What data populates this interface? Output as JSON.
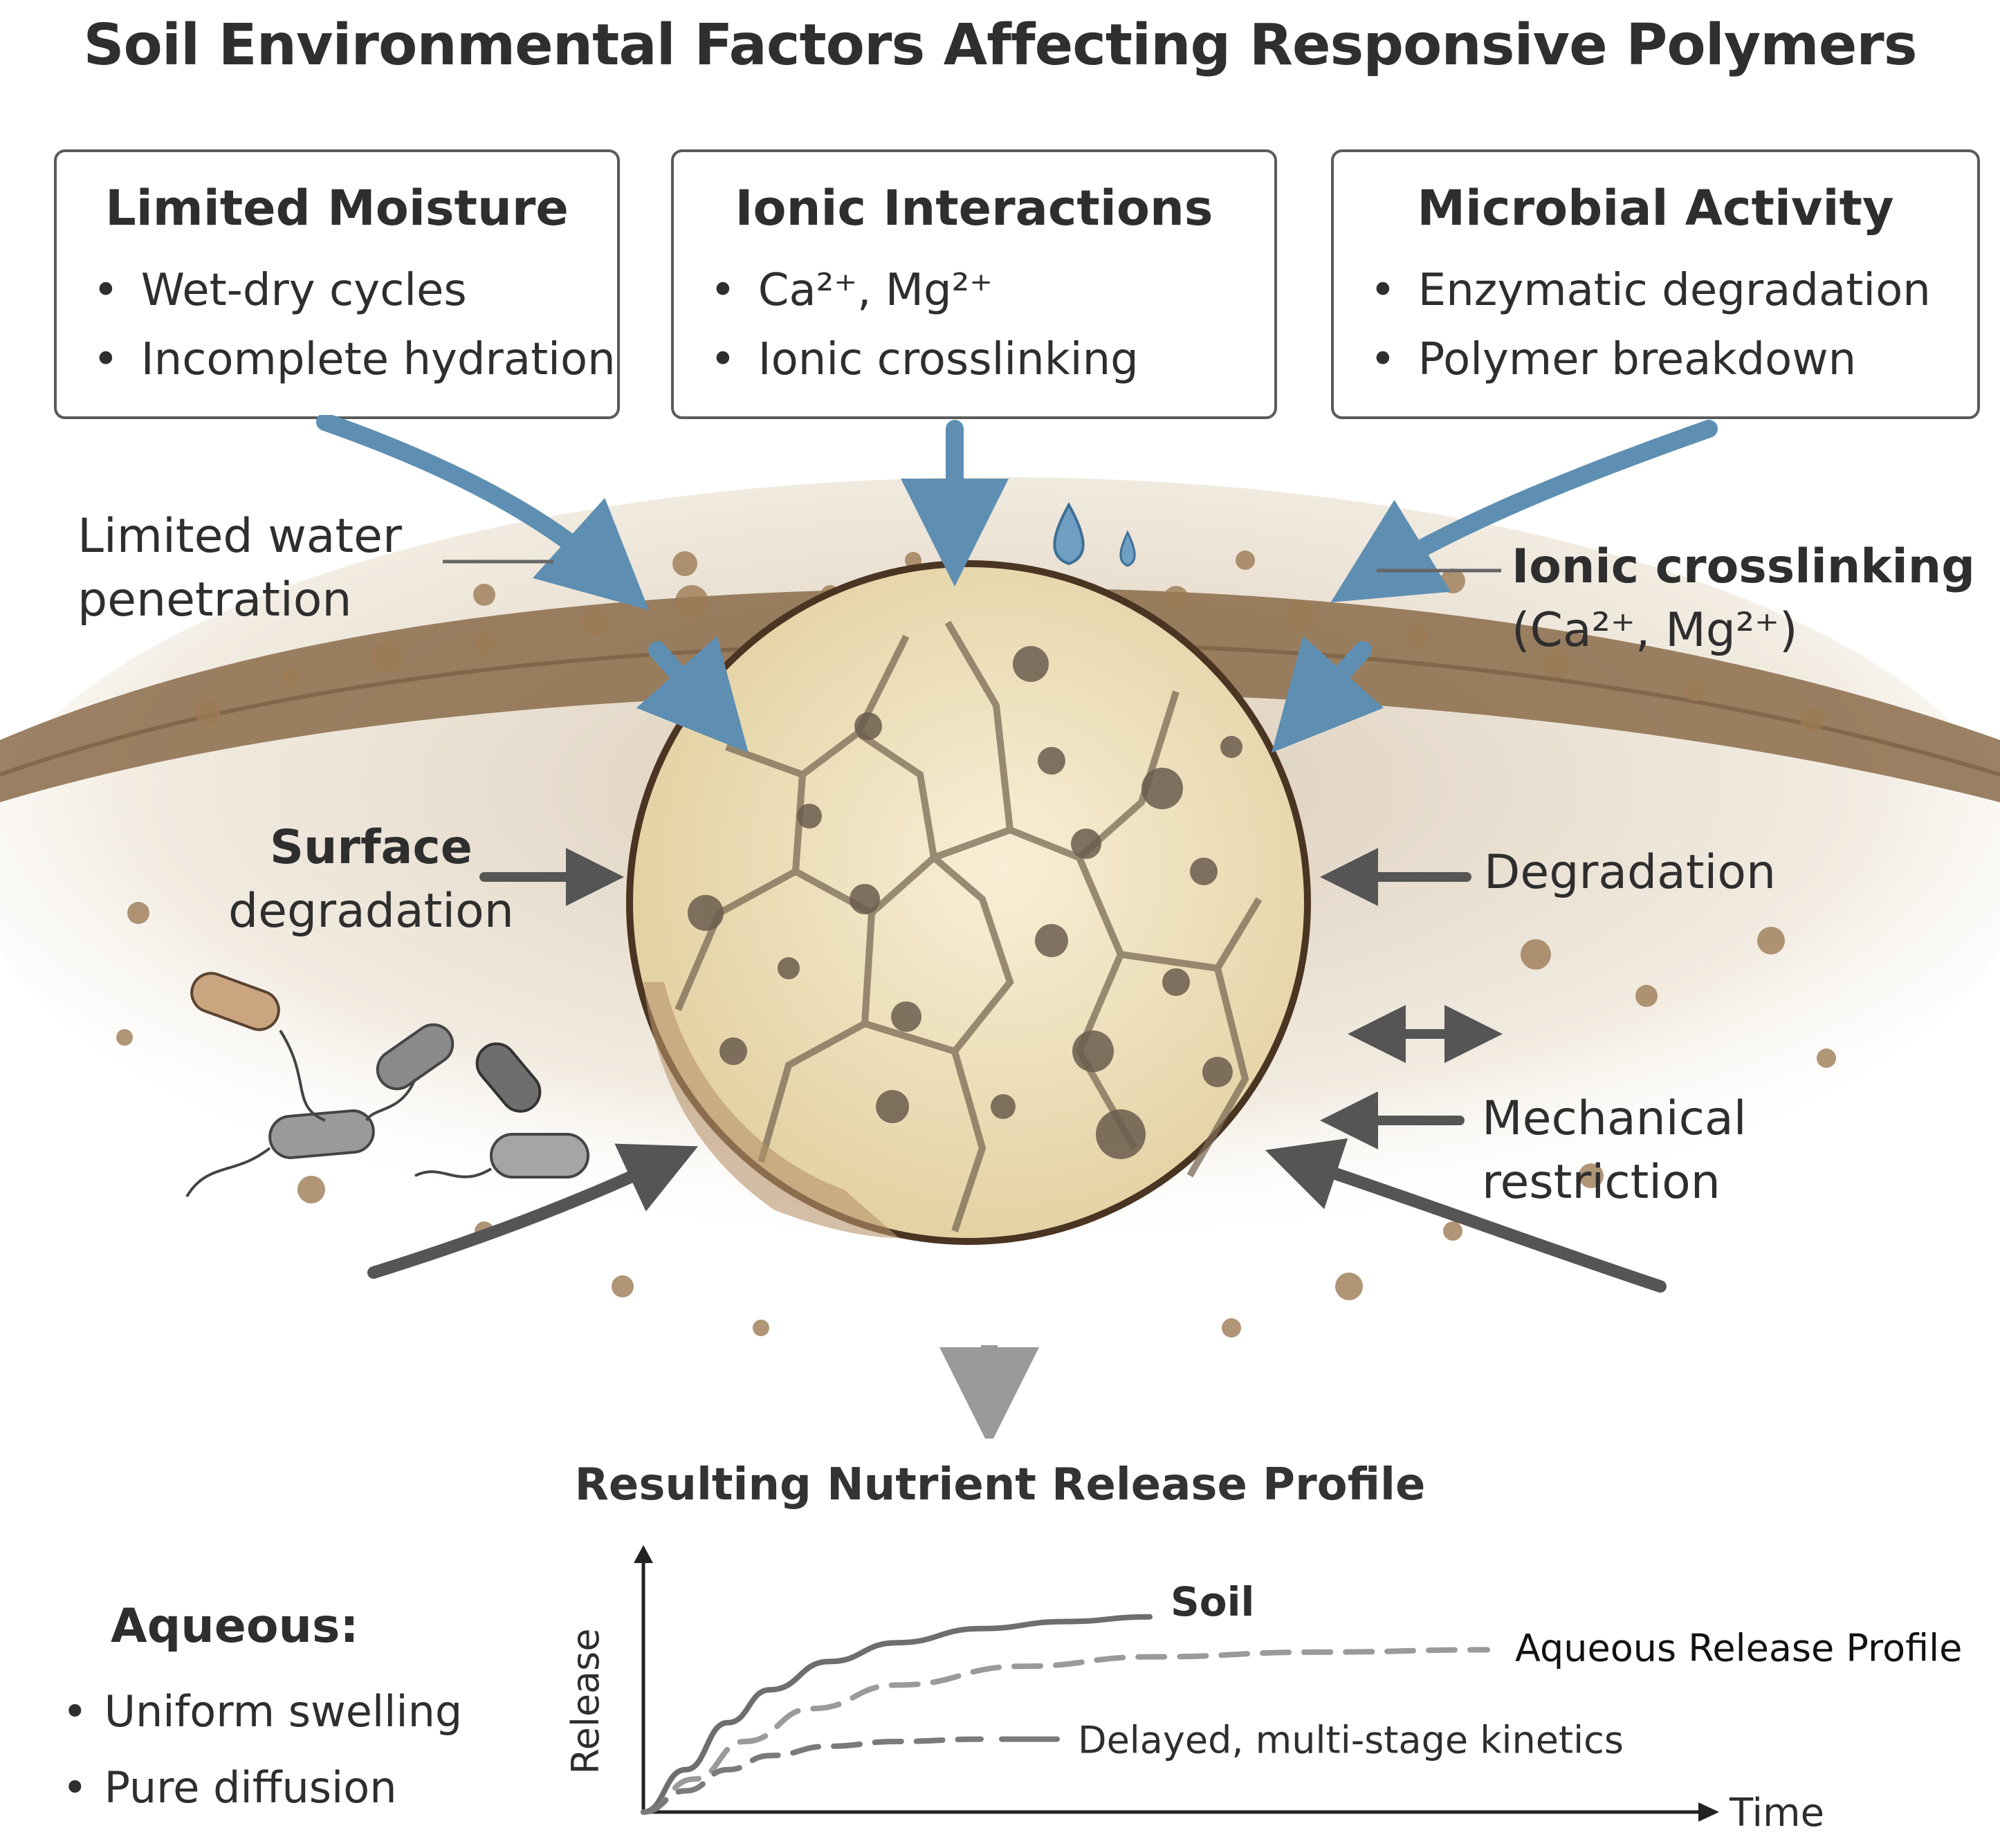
{
  "title": "Soil Environmental Factors Affecting Responsive Polymers",
  "factors": [
    {
      "title": "Limited Moisture",
      "bullets": [
        "Wet-dry cycles",
        "Incomplete hydration"
      ]
    },
    {
      "title": "Ionic Interactions",
      "bullets": [
        "Ca²⁺, Mg²⁺",
        "Ionic crosslinking"
      ]
    },
    {
      "title": "Microbial Activity",
      "bullets": [
        "Enzymatic degradation",
        "Polymer breakdown"
      ]
    }
  ],
  "labels": {
    "limited_water_1": "Limited water",
    "limited_water_2": "penetration",
    "ionic_crosslinking_1": "Ionic crosslinking",
    "ionic_crosslinking_2": "(Ca²⁺, Mg²⁺)",
    "surface_degradation_1": "Surface",
    "surface_degradation_2": "degradation",
    "degradation": "Degradation",
    "mechanical_1": "Mechanical",
    "mechanical_2": "restriction"
  },
  "release_profile": {
    "title": "Resulting Nutrient Release Profile",
    "aqueous_heading": "Aqueous:",
    "aqueous_bullets": [
      "Uniform swelling",
      "Pure diffusion"
    ]
  },
  "chart_data": {
    "type": "line",
    "xlabel": "Time",
    "ylabel": "Release",
    "series": [
      {
        "name": "Soil",
        "style": "solid",
        "points": [
          [
            0,
            0
          ],
          [
            0.05,
            0.18
          ],
          [
            0.1,
            0.38
          ],
          [
            0.15,
            0.52
          ],
          [
            0.22,
            0.64
          ],
          [
            0.3,
            0.72
          ],
          [
            0.4,
            0.78
          ],
          [
            0.5,
            0.81
          ],
          [
            0.6,
            0.83
          ]
        ]
      },
      {
        "name": "Aqueous Release Profile",
        "style": "dashed",
        "points": [
          [
            0,
            0
          ],
          [
            0.06,
            0.14
          ],
          [
            0.12,
            0.3
          ],
          [
            0.2,
            0.44
          ],
          [
            0.3,
            0.54
          ],
          [
            0.45,
            0.62
          ],
          [
            0.6,
            0.66
          ],
          [
            0.8,
            0.68
          ],
          [
            1.0,
            0.69
          ]
        ]
      },
      {
        "name": "Delayed, multi-stage kinetics",
        "style": "dashed",
        "points": [
          [
            0,
            0
          ],
          [
            0.05,
            0.09
          ],
          [
            0.1,
            0.18
          ],
          [
            0.15,
            0.24
          ],
          [
            0.22,
            0.28
          ],
          [
            0.3,
            0.3
          ],
          [
            0.4,
            0.31
          ]
        ]
      }
    ],
    "colors": {
      "soil": "#6e6e6e",
      "aqueous": "#9a9a9a",
      "delayed": "#7a7a7a"
    }
  },
  "colors": {
    "soil_brown": "#8a6b4a",
    "soil_light": "#c9b08a",
    "arrow_blue": "#5e8fb3",
    "arrow_gray": "#555555",
    "capsule_fill": "#f3e8cc",
    "capsule_border": "#4a3422"
  }
}
